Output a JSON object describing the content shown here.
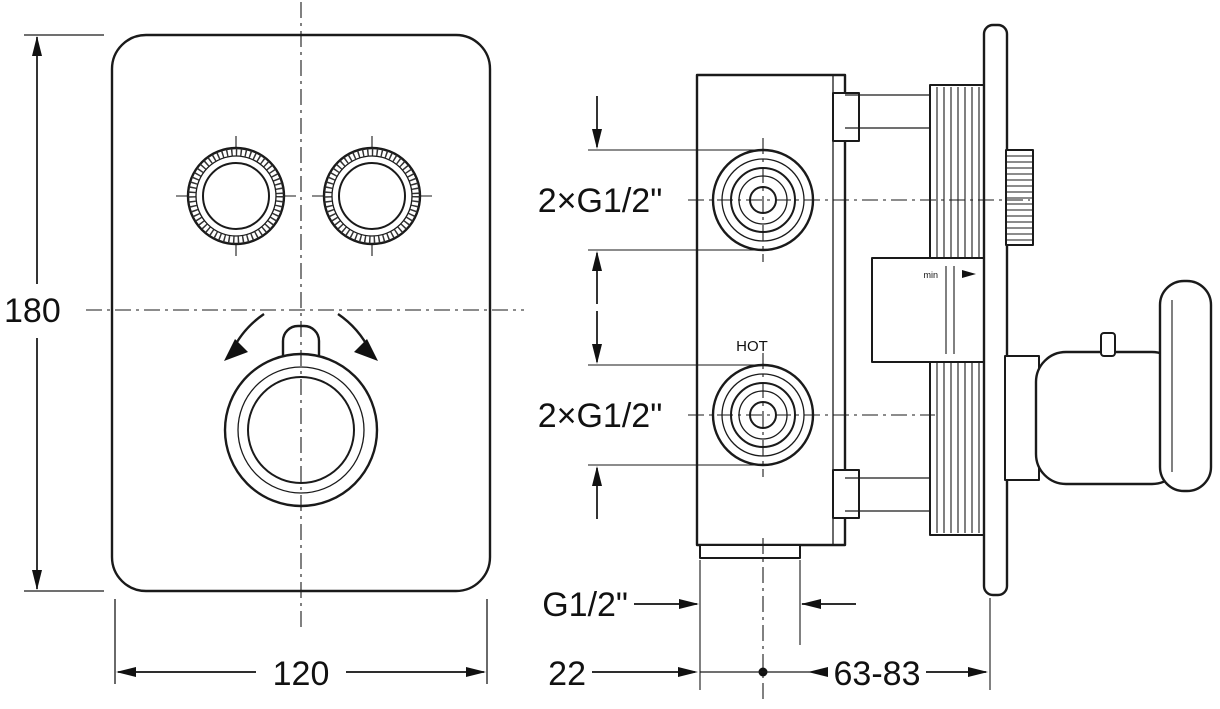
{
  "meta": {
    "drawing_title": "Concealed thermostatic shower mixer - dimensional drawing"
  },
  "front_view": {
    "height_dim": "180",
    "width_dim": "120"
  },
  "side_view": {
    "top_ports_label": "2×G1/2\"",
    "bottom_ports_label": "2×G1/2\"",
    "hot_label": "HOT",
    "min_label": "min",
    "outlet_label": "G1/2\"",
    "offset_dim": "22",
    "depth_range_dim": "63-83"
  },
  "colors": {
    "line": "#1a1a1a",
    "background": "#ffffff"
  }
}
